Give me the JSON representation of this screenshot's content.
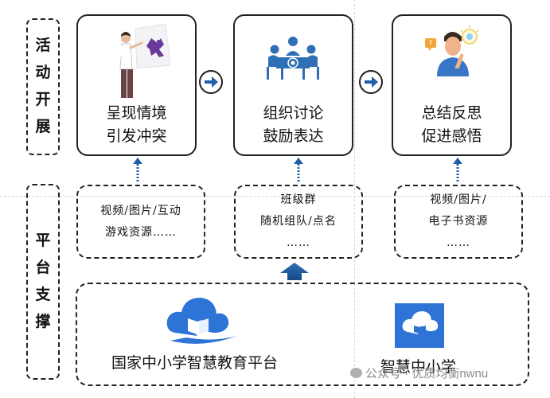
{
  "side_labels": {
    "activity": [
      "活",
      "动",
      "开",
      "展"
    ],
    "support": [
      "平",
      "台",
      "支",
      "撑"
    ]
  },
  "stages": [
    {
      "line1": "呈现情境",
      "line2": "引发冲突",
      "icon": "presenter-icon"
    },
    {
      "line1": "组织讨论",
      "line2": "鼓励表达",
      "icon": "meeting-icon"
    },
    {
      "line1": "总结反思",
      "line2": "促进感悟",
      "icon": "thinking-person-icon"
    }
  ],
  "supports": [
    {
      "lines": [
        "视频/图片/互动",
        "游戏资源……"
      ]
    },
    {
      "lines": [
        "班级群",
        "随机组队/点名",
        "……"
      ]
    },
    {
      "lines": [
        "视频/图片/",
        "电子书资源",
        "……"
      ]
    }
  ],
  "platforms": [
    {
      "name": "国家中小学智慧教育平台",
      "icon": "cloud-book-logo-icon"
    },
    {
      "name": "智慧中小学",
      "icon": "app-logo-icon"
    }
  ],
  "watermark": "公众号 · 优质均衡nwnu",
  "colors": {
    "brand_blue": "#2e74d6",
    "arrow_blue": "#1f5fa8",
    "icon_blue": "#2f6fb5",
    "orange": "#f2a53a",
    "purple": "#6a3a9a"
  }
}
